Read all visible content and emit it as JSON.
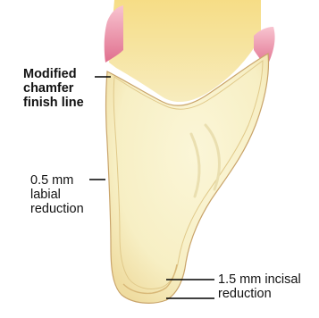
{
  "labels": {
    "finish_line": [
      "Modified",
      "chamfer",
      "finish line"
    ],
    "labial_reduction": [
      "0.5 mm",
      "labial",
      "reduction"
    ],
    "incisal_reduction": [
      "1.5 mm incisal",
      "reduction"
    ]
  },
  "colors": {
    "crown_fill": "#f8f1c8",
    "crown_outline": "#c9a46a",
    "gingiva": "#e894a8",
    "core": "#f2e7bd",
    "leader": "#000000",
    "text": "#111111"
  }
}
